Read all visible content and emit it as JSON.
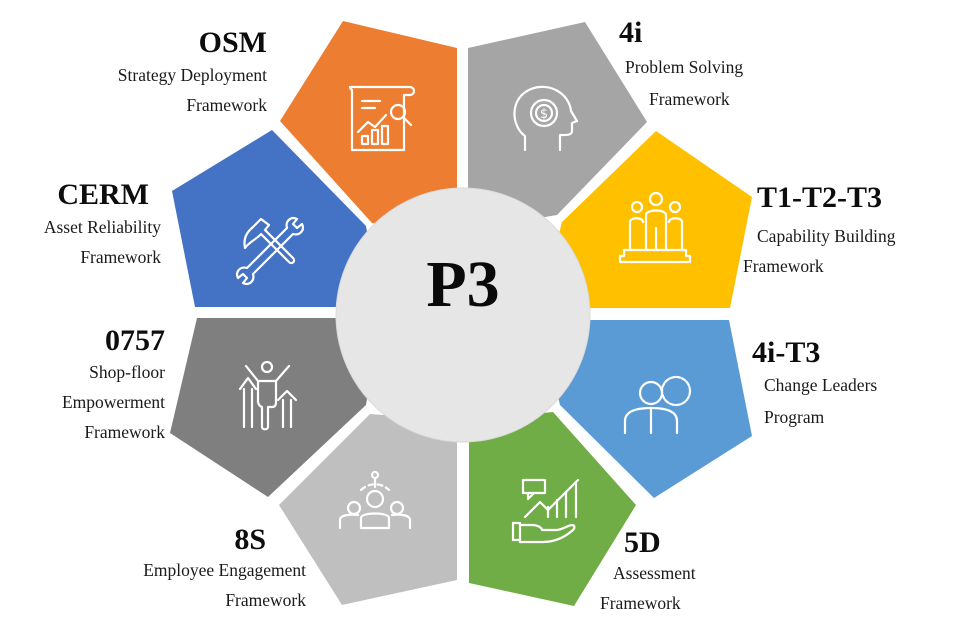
{
  "center": {
    "label": "P3",
    "fill": "#E6E6E6"
  },
  "segments": [
    {
      "id": "osm",
      "code": "OSM",
      "lines": [
        "Strategy Deployment",
        "Framework"
      ],
      "color": "#ED7D31",
      "icon": "report-analysis-icon"
    },
    {
      "id": "4i",
      "code": "4i",
      "lines": [
        "Problem Solving",
        "Framework"
      ],
      "color": "#A5A5A5",
      "icon": "head-dollar-icon"
    },
    {
      "id": "t1t2t3",
      "code": "T1-T2-T3",
      "lines": [
        "Capability Building",
        "Framework"
      ],
      "color": "#FFC000",
      "icon": "team-podium-icon"
    },
    {
      "id": "4it3",
      "code": "4i-T3",
      "lines": [
        "Change Leaders",
        "Program"
      ],
      "color": "#5B9BD5",
      "icon": "person-gear-icon"
    },
    {
      "id": "5d",
      "code": "5D",
      "lines": [
        "Assessment",
        "Framework"
      ],
      "color": "#70AD47",
      "icon": "hand-growth-chart-icon"
    },
    {
      "id": "8s",
      "code": "8S",
      "lines": [
        "Employee Engagement",
        "Framework"
      ],
      "color": "#BFBFBF",
      "icon": "team-network-icon"
    },
    {
      "id": "0757",
      "code": "0757",
      "lines": [
        "Shop-floor",
        "Empowerment",
        "Framework"
      ],
      "color": "#7F7F7F",
      "icon": "person-arrows-up-icon"
    },
    {
      "id": "cerm",
      "code": "CERM",
      "lines": [
        "Asset Reliability",
        "Framework"
      ],
      "color": "#4472C4",
      "icon": "hammer-wrench-icon"
    }
  ]
}
